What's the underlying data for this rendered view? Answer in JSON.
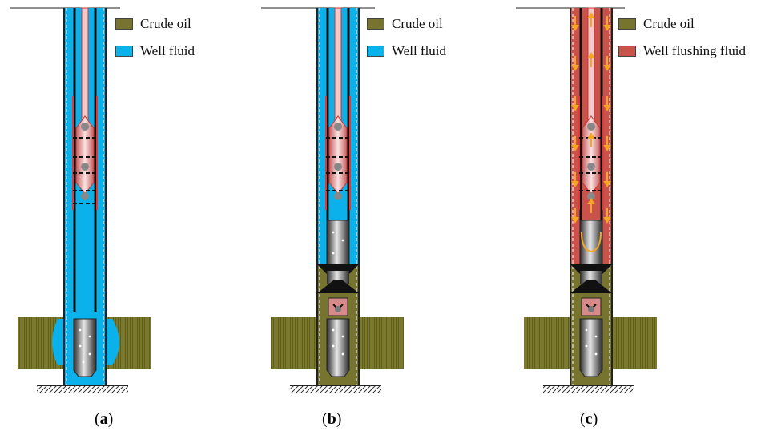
{
  "colors": {
    "crude_oil": "#77742f",
    "well_fluid": "#0bb1ea",
    "flushing_fluid": "#c9524b",
    "pump_red": "#e23a3a",
    "arrow": "#f5a623"
  },
  "panels": [
    {
      "legend": [
        {
          "label": "Crude oil",
          "swatch": "crude_oil"
        },
        {
          "label": "Well fluid",
          "swatch": "well_fluid"
        }
      ],
      "caption": {
        "open": "(",
        "letter": "a",
        "close": ")"
      }
    },
    {
      "legend": [
        {
          "label": "Crude oil",
          "swatch": "crude_oil"
        },
        {
          "label": "Well fluid",
          "swatch": "well_fluid"
        }
      ],
      "caption": {
        "open": "(",
        "letter": "b",
        "close": ")"
      }
    },
    {
      "legend": [
        {
          "label": "Crude oil",
          "swatch": "crude_oil"
        },
        {
          "label": "Well flushing fluid",
          "swatch": "flushing_fluid"
        }
      ],
      "caption": {
        "open": "(",
        "letter": "c",
        "close": ")"
      }
    }
  ]
}
